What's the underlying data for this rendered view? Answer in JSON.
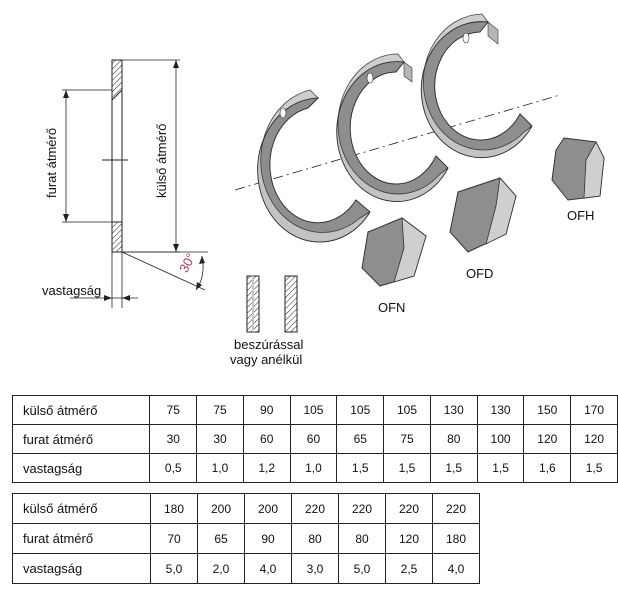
{
  "drawing": {
    "label_bore": "furat átmérő",
    "label_outer": "külső átmérő",
    "label_thickness": "vastagság",
    "angle": "30°",
    "groove_note_line1": "beszúrással",
    "groove_note_line2": "vagy anélkül"
  },
  "segments": {
    "ofn": "OFN",
    "ofd": "OFD",
    "ofh": "OFH"
  },
  "colors": {
    "ring_fill": "#9a9a9a",
    "ring_highlight": "#cfcfcf",
    "angle_text": "#c0395a"
  },
  "table1": {
    "rows": [
      {
        "label": "külső átmérő",
        "values": [
          "75",
          "75",
          "90",
          "105",
          "105",
          "105",
          "130",
          "130",
          "150",
          "170"
        ]
      },
      {
        "label": "furat átmérő",
        "values": [
          "30",
          "30",
          "60",
          "60",
          "65",
          "75",
          "80",
          "100",
          "120",
          "120"
        ]
      },
      {
        "label": "vastagság",
        "values": [
          "0,5",
          "1,0",
          "1,2",
          "1,0",
          "1,5",
          "1,5",
          "1,5",
          "1,5",
          "1,6",
          "1,5"
        ]
      }
    ]
  },
  "table2": {
    "rows": [
      {
        "label": "külső átmérő",
        "values": [
          "180",
          "200",
          "200",
          "220",
          "220",
          "220",
          "220"
        ]
      },
      {
        "label": "furat átmérő",
        "values": [
          "70",
          "65",
          "90",
          "80",
          "80",
          "120",
          "180"
        ]
      },
      {
        "label": "vastagság",
        "values": [
          "5,0",
          "2,0",
          "4,0",
          "3,0",
          "5,0",
          "2,5",
          "4,0"
        ]
      }
    ]
  }
}
